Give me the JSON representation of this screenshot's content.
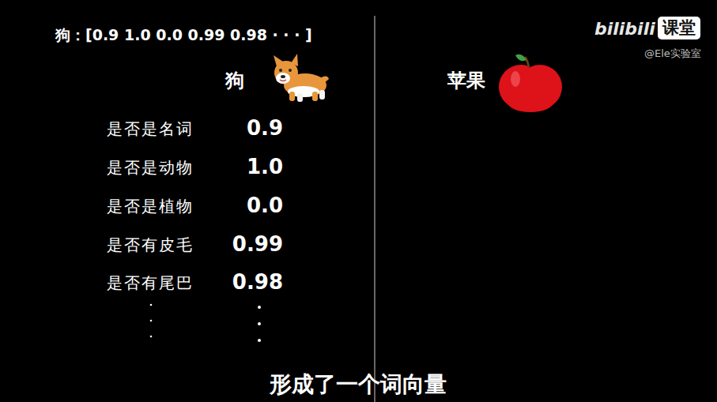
{
  "diagram": {
    "caption": "形成了一个词向量",
    "nodes": [
      {
        "text": [
          "课堂"
        ]
      }
    ],
    "labels": [
      "狗：[0.9 1.0 0.0 0.99 0.98 · · · ]",
      "狗",
      "是否是名词",
      "0.9",
      "是否是动物",
      "1.0",
      "是否是植物",
      "0.0",
      "是否有皮毛",
      "0.99",
      "是否有尾巴",
      "0.98",
      "苹果",
      "bilibili",
      "@Ele实验室"
    ]
  }
}
